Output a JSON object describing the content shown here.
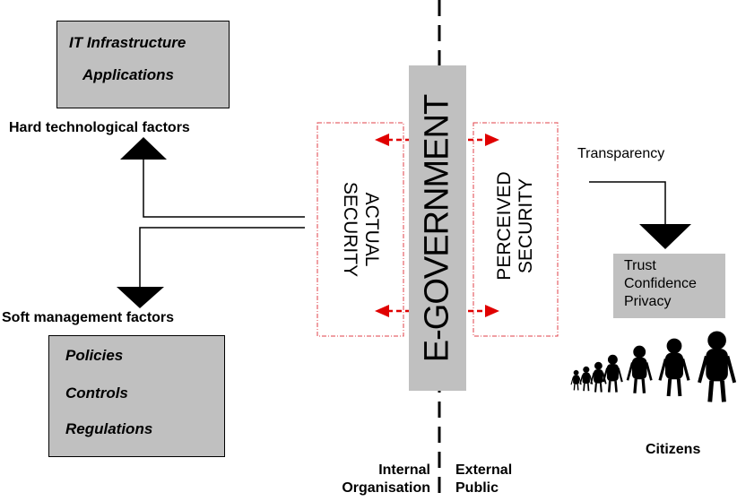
{
  "hard": {
    "items": [
      "IT Infrastructure",
      "Applications"
    ],
    "label": "Hard technological factors"
  },
  "soft": {
    "label": "Soft management factors",
    "items": [
      "Policies",
      "Controls",
      "Regulations"
    ]
  },
  "center": {
    "title": "E-GOVERNMENT",
    "actual": [
      "ACTUAL",
      "SECURITY"
    ],
    "perceived": [
      "PERCEIVED",
      "SECURITY"
    ]
  },
  "right": {
    "transparency": "Transparency",
    "outcomes": [
      "Trust",
      "Confidence",
      "Privacy"
    ],
    "citizens": "Citizens"
  },
  "bottom": {
    "left": [
      "Internal",
      "Organisation"
    ],
    "right": [
      "External",
      "Public"
    ]
  },
  "colors": {
    "box_fill": "#c0c0c0",
    "arrow_red": "#e00000",
    "dash_pink": "#e0404a"
  }
}
